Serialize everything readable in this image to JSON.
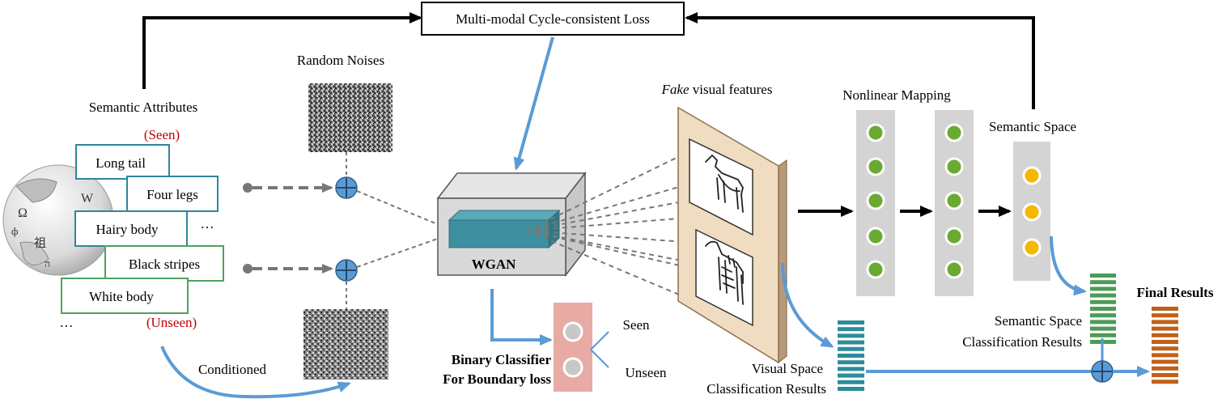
{
  "top_loss_label": "Multi-modal Cycle-consistent Loss",
  "random_noises_label": "Random Noises",
  "semantic_attributes": {
    "title": "Semantic Attributes",
    "seen_label": "(Seen)",
    "unseen_label": "(Unseen)",
    "seen_items": [
      "Long tail",
      "Four legs",
      "Hairy body"
    ],
    "unseen_items": [
      "Black stripes",
      "White body"
    ],
    "ellipsis_right": "…",
    "ellipsis_left": "…"
  },
  "wgan_label": "WGAN",
  "conditioned_label": "Conditioned",
  "binary_classifier": {
    "line1": "Binary Classifier",
    "line2": "For Boundary loss",
    "seen": "Seen",
    "unseen": "Unseen"
  },
  "fake_features": {
    "italic": "Fake",
    "rest": " visual features"
  },
  "nonlinear_mapping_label": "Nonlinear Mapping",
  "semantic_space_label": "Semantic Space",
  "visual_space_results": {
    "line1": "Visual Space",
    "line2": "Classification Results"
  },
  "semantic_space_results": {
    "line1": "Semantic Space",
    "line2": "Classification Results"
  },
  "final_results_label": "Final Results",
  "colors": {
    "blue_arrow": "#5b9bd5",
    "seen_red": "#c00000",
    "seen_box": "#31859c",
    "unseen_box": "#4ea25a",
    "green_dot": "#6aaa33",
    "yellow_dot": "#f5b800",
    "bar_teal": "#2e8b9a",
    "bar_green": "#4e9a56",
    "bar_orange": "#c0601a",
    "plane_fill": "#f0dcc0",
    "classifier_fill": "#e8aaa5",
    "wgan_inner": "#3e8fa0"
  }
}
